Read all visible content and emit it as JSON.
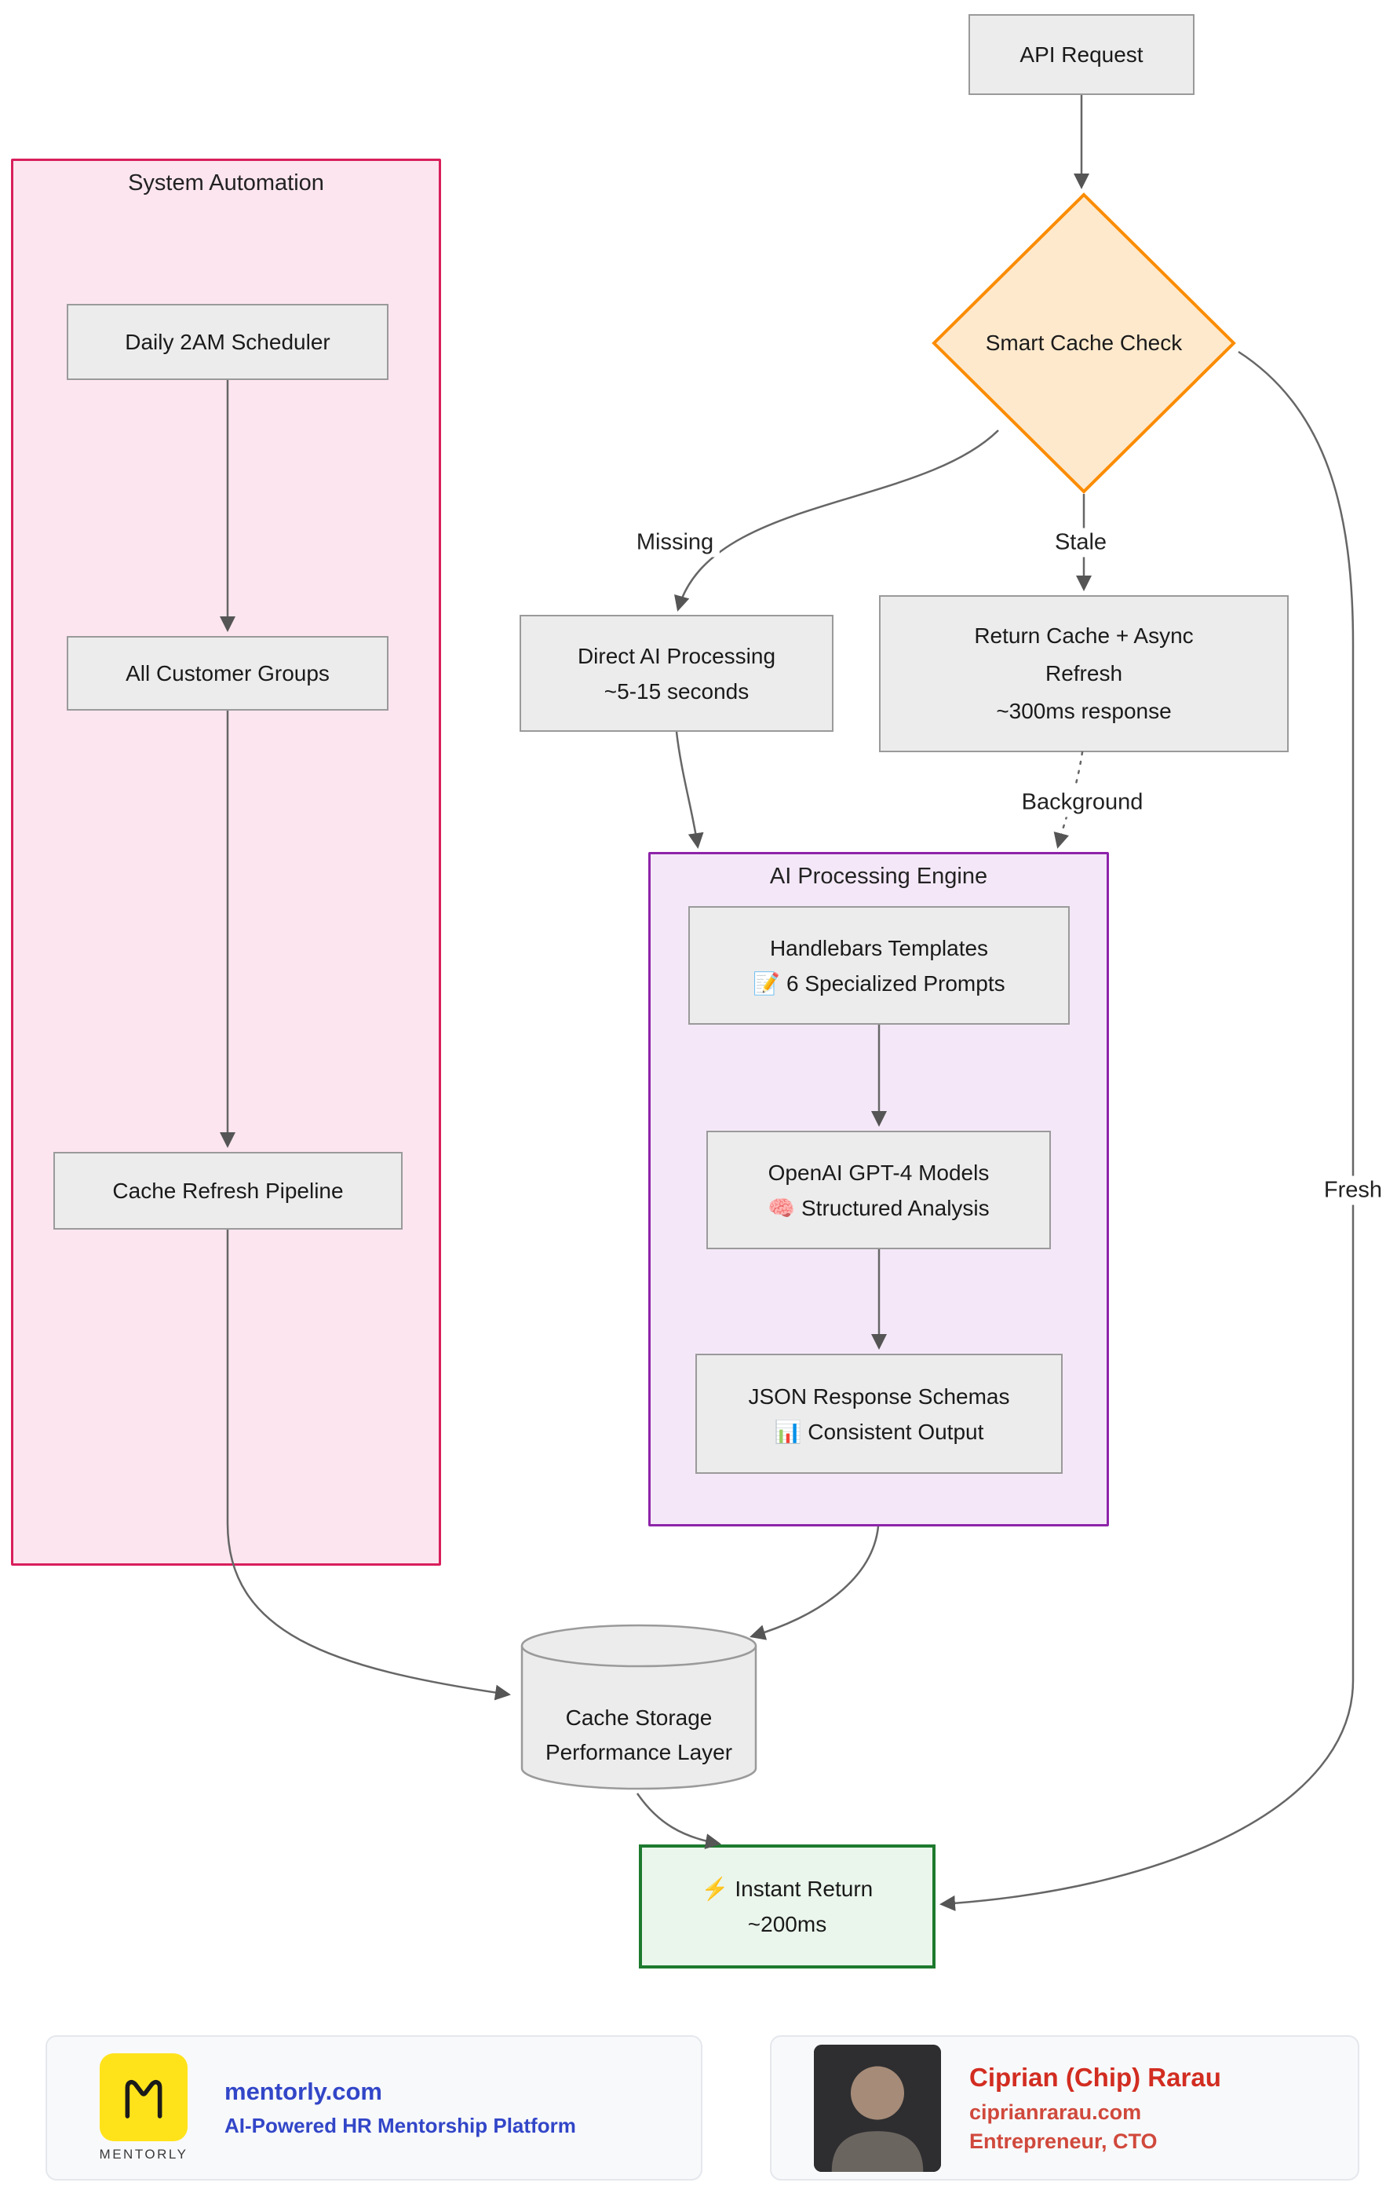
{
  "diagram": {
    "api_request": "API Request",
    "cache_check": "Smart Cache Check",
    "system_automation": {
      "title": "System Automation",
      "scheduler": "Daily 2AM Scheduler",
      "customer_groups": "All Customer Groups",
      "refresh_pipeline": "Cache Refresh Pipeline"
    },
    "direct_ai": {
      "l1": "Direct AI Processing",
      "l2": "~5-15 seconds"
    },
    "return_cache": {
      "l1": "Return Cache + Async",
      "l2": "Refresh",
      "l3": "~300ms response"
    },
    "ai_engine": {
      "title": "AI Processing Engine",
      "handlebars": {
        "l1": "Handlebars Templates",
        "l2": "📝 6 Specialized Prompts"
      },
      "openai": {
        "l1": "OpenAI GPT-4 Models",
        "l2": "🧠 Structured Analysis"
      },
      "json_schemas": {
        "l1": "JSON Response Schemas",
        "l2": "📊 Consistent Output"
      }
    },
    "cache_storage": {
      "l1": "Cache Storage",
      "l2": "Performance Layer"
    },
    "instant_return": {
      "l1": "⚡ Instant Return",
      "l2": "~200ms"
    },
    "edge_labels": {
      "missing": "Missing",
      "stale": "Stale",
      "background": "Background",
      "fresh": "Fresh"
    }
  },
  "footer": {
    "mentorly": {
      "logo_caption": "MENTORLY",
      "title": "mentorly.com",
      "subtitle": "AI-Powered HR Mentorship Platform"
    },
    "author": {
      "name": "Ciprian (Chip) Rarau",
      "website": "ciprianrarau.com",
      "role": "Entrepreneur, CTO"
    }
  },
  "colors": {
    "node-fill": "#ececec",
    "node-border": "#9a9a9a",
    "automation-fill": "#fce5ef",
    "automation-border": "#d81e5b",
    "engine-fill": "#f4e8f8",
    "engine-border": "#8e24aa",
    "decision-fill": "#ffe9cd",
    "decision-border": "#fb8c00",
    "instant-fill": "#eaf5eb",
    "instant-border": "#1d7a2e",
    "edge": "#666666",
    "mentorly-blue": "#3246c8",
    "mentorly-yellow": "#ffe31a",
    "author-red": "#d22d21",
    "author-red-light": "#d0493c"
  }
}
